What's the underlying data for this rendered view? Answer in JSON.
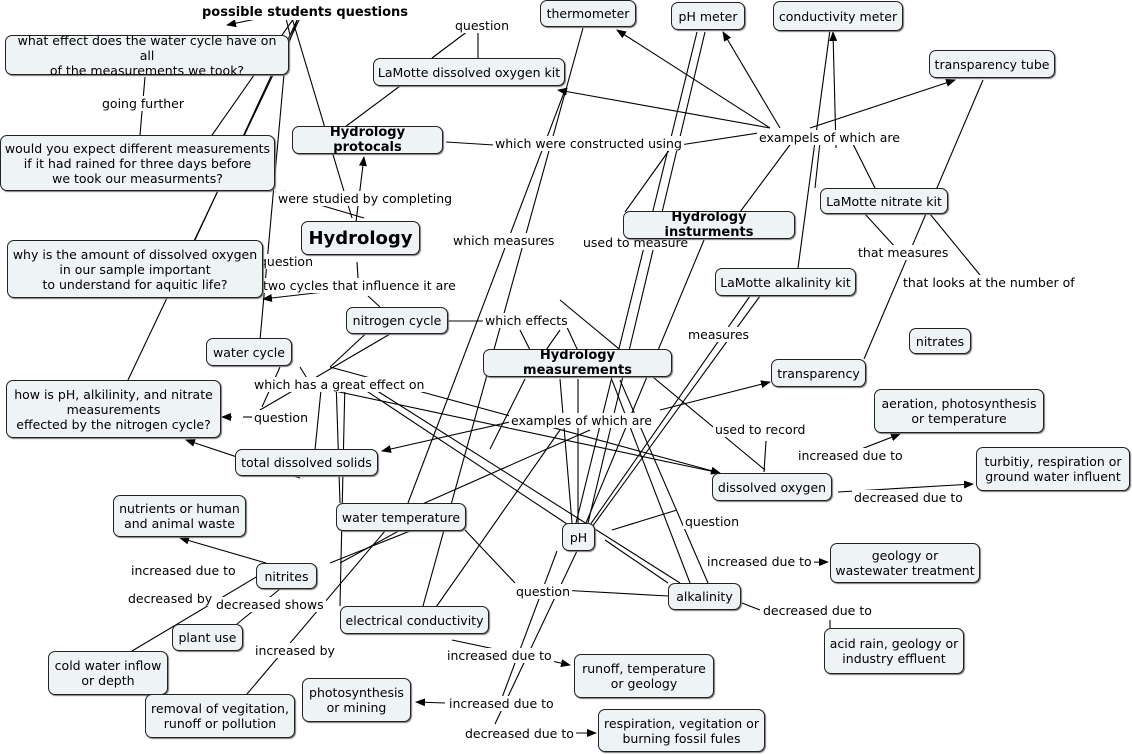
{
  "nodes": {
    "possible_students_questions": "possible students questions",
    "q_water_cycle": "what effect does the water cycle have on all\nof the measurements we took?",
    "q_rain": "would you expect different measurements\nif it had rained for three days before\nwe took our measurments?",
    "q_oxygen": "why is the amount of dissolved oxygen\nin our sample important\nto understand for aquitic life?",
    "q_nitrogen": "how is pH, alkilinity, and nitrate\nmeasurements\neffected by the nitrogen cycle?",
    "thermometer": "thermometer",
    "ph_meter": "pH meter",
    "conductivity_meter": "conductivity meter",
    "transparency_tube": "transparency tube",
    "lamotte_do_kit": "LaMotte dissolved oxygen kit",
    "hydrology_protocols": "Hydrology protocals",
    "hydrology": "Hydrology",
    "hydrology_instruments": "Hydrology insturments",
    "lamotte_nitrate_kit": "LaMotte nitrate kit",
    "lamotte_alkalinity_kit": "LaMotte alkalinity kit",
    "nitrates": "nitrates",
    "nitrogen_cycle": "nitrogen cycle",
    "water_cycle": "water cycle",
    "hydrology_measurements": "Hydrology measurements",
    "transparency": "transparency",
    "aeration": "aeration, photosynthesis\nor temperature",
    "turbidity": "turbitiy, respiration or\nground water influent",
    "total_dissolved_solids": "total dissolved solids",
    "dissolved_oxygen": "dissolved oxygen",
    "nutrients": "nutrients or human\nand animal waste",
    "water_temperature": "water temperature",
    "ph": "pH",
    "geology_wastewater": "geology or\nwastewater treatment",
    "nitrites": "nitrites",
    "alkalinity": "alkalinity",
    "plant_use": "plant use",
    "electrical_conductivity": "electrical conductivity",
    "acid_rain": "acid rain, geology or\nindustry effluent",
    "cold_water": "cold water inflow\nor depth",
    "runoff_temperature": "runoff, temperature\nor geology",
    "photosynthesis_mining": "photosynthesis\nor mining",
    "removal_vegetation": "removal of vegitation,\nrunoff or pollution",
    "respiration_vegetation": "respiration, vegitation or\nburning fossil fules"
  },
  "labels": {
    "question_top": "question",
    "going_further": "going further",
    "which_were_constructed": "which were constructed using",
    "examples_of_which_are_top": "exampels of which are",
    "were_studied": "were studied by completing",
    "which_measures": "which measures",
    "used_to_measure": "used to measure",
    "that_measures": "that measures",
    "question_mid": "question",
    "two_cycles": "two cycles that influence it are",
    "that_looks_at": "that looks at the number of",
    "which_effects": "which effects",
    "measures": "measures",
    "which_has_effect": "which has a great effect on",
    "question_left": "question",
    "examples_of_which_are_mid": "examples of which are",
    "used_to_record": "used to record",
    "increased_due_to_do": "increased due to",
    "decreased_due_to_do": "decreased due to",
    "question_do": "question",
    "increased_due_to_nitrites": "increased due to",
    "decreased_by": "decreased by",
    "decreased_shows": "decreased shows",
    "increased_due_to_alk": "increased due to",
    "question_ph": "question",
    "decreased_due_to_alk": "decreased due to",
    "increased_by": "increased by",
    "increased_due_to_ec": "increased due to",
    "increased_due_to_ph": "increased due to",
    "decreased_due_to_ph": "decreased due to"
  }
}
